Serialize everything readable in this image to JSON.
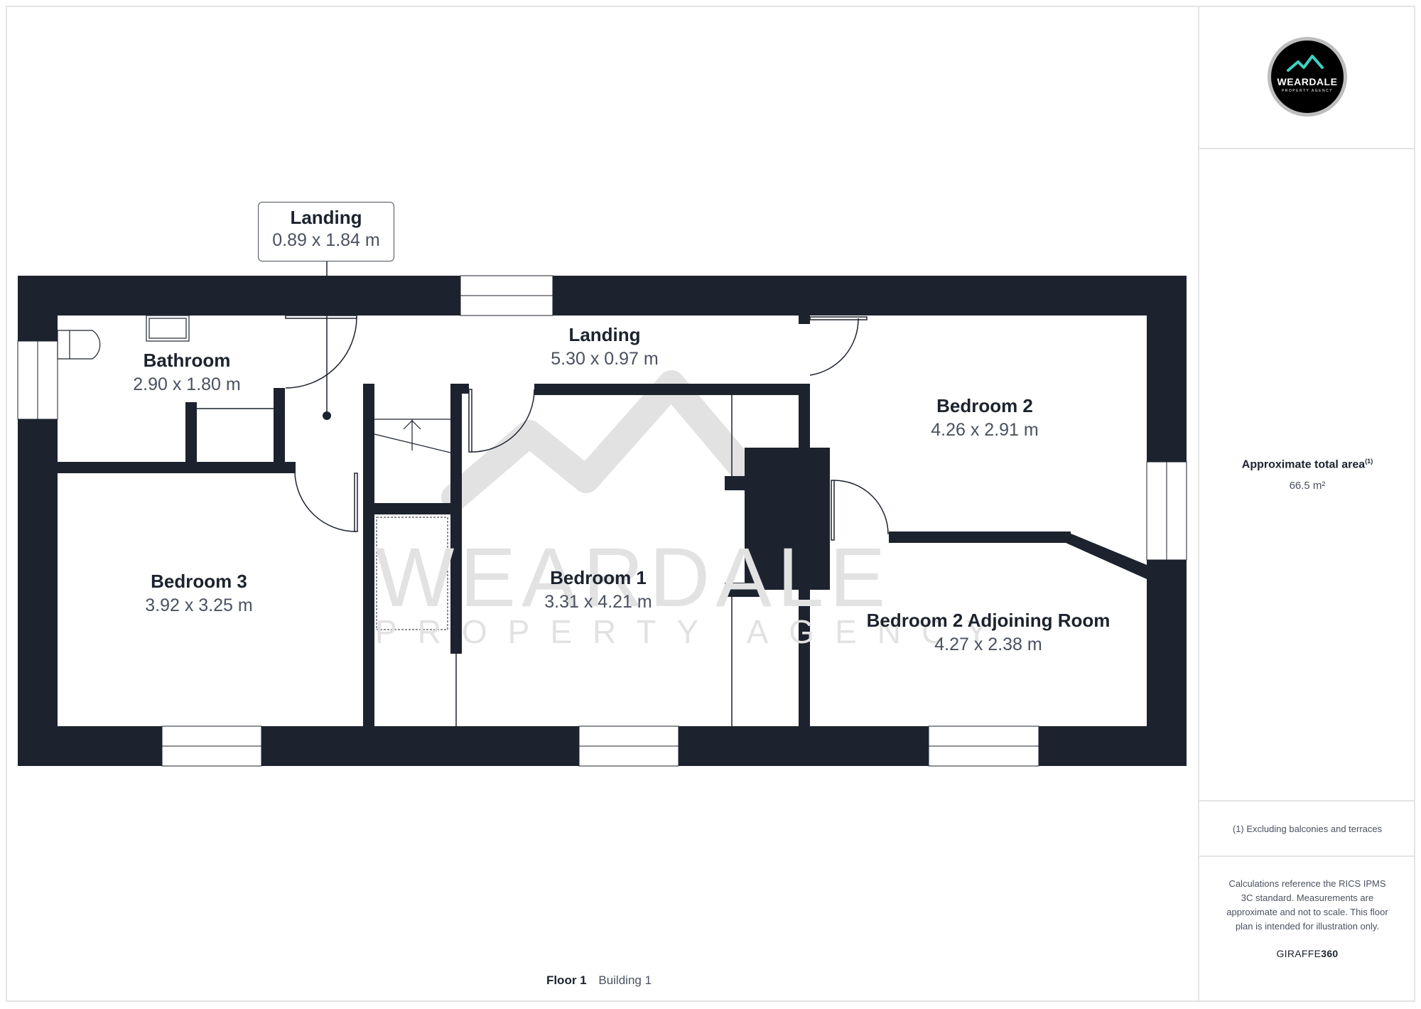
{
  "brand": {
    "logo_name": "WEARDALE",
    "logo_tagline": "PROPERTY AGENCY",
    "accent_color": "#3fd0c0",
    "watermark_name": "WEARDALE",
    "watermark_tagline": "PROPERTY AGENCY"
  },
  "summary": {
    "area_title": "Approximate total area",
    "area_footnote_mark": "(1)",
    "area_value": "66.5 m²",
    "footnote": "(1) Excluding balconies and terraces",
    "disclaimer": "Calculations reference the RICS IPMS 3C standard. Measurements are approximate and not to scale. This floor plan is intended for illustration only.",
    "provider_prefix": "GIRAFFE",
    "provider_suffix": "360"
  },
  "floor": {
    "floor_label": "Floor 1",
    "building_label": "Building 1"
  },
  "rooms": [
    {
      "name": "Landing",
      "dimensions": "0.89 x 1.84 m",
      "callout": true
    },
    {
      "name": "Bathroom",
      "dimensions": "2.90 x 1.80 m"
    },
    {
      "name": "Landing",
      "dimensions": "5.30 x 0.97 m"
    },
    {
      "name": "Bedroom 2",
      "dimensions": "4.26 x 2.91 m"
    },
    {
      "name": "Bedroom 3",
      "dimensions": "3.92 x 3.25 m"
    },
    {
      "name": "Bedroom 1",
      "dimensions": "3.31 x 4.21 m"
    },
    {
      "name": "Bedroom 2 Adjoining Room",
      "dimensions": "4.27 x 2.38 m"
    }
  ],
  "colors": {
    "wall": "#1c232e",
    "text_primary": "#1c232e",
    "text_secondary": "#4a5160",
    "watermark": "#e2e2e2",
    "border": "#e4e4e4"
  }
}
